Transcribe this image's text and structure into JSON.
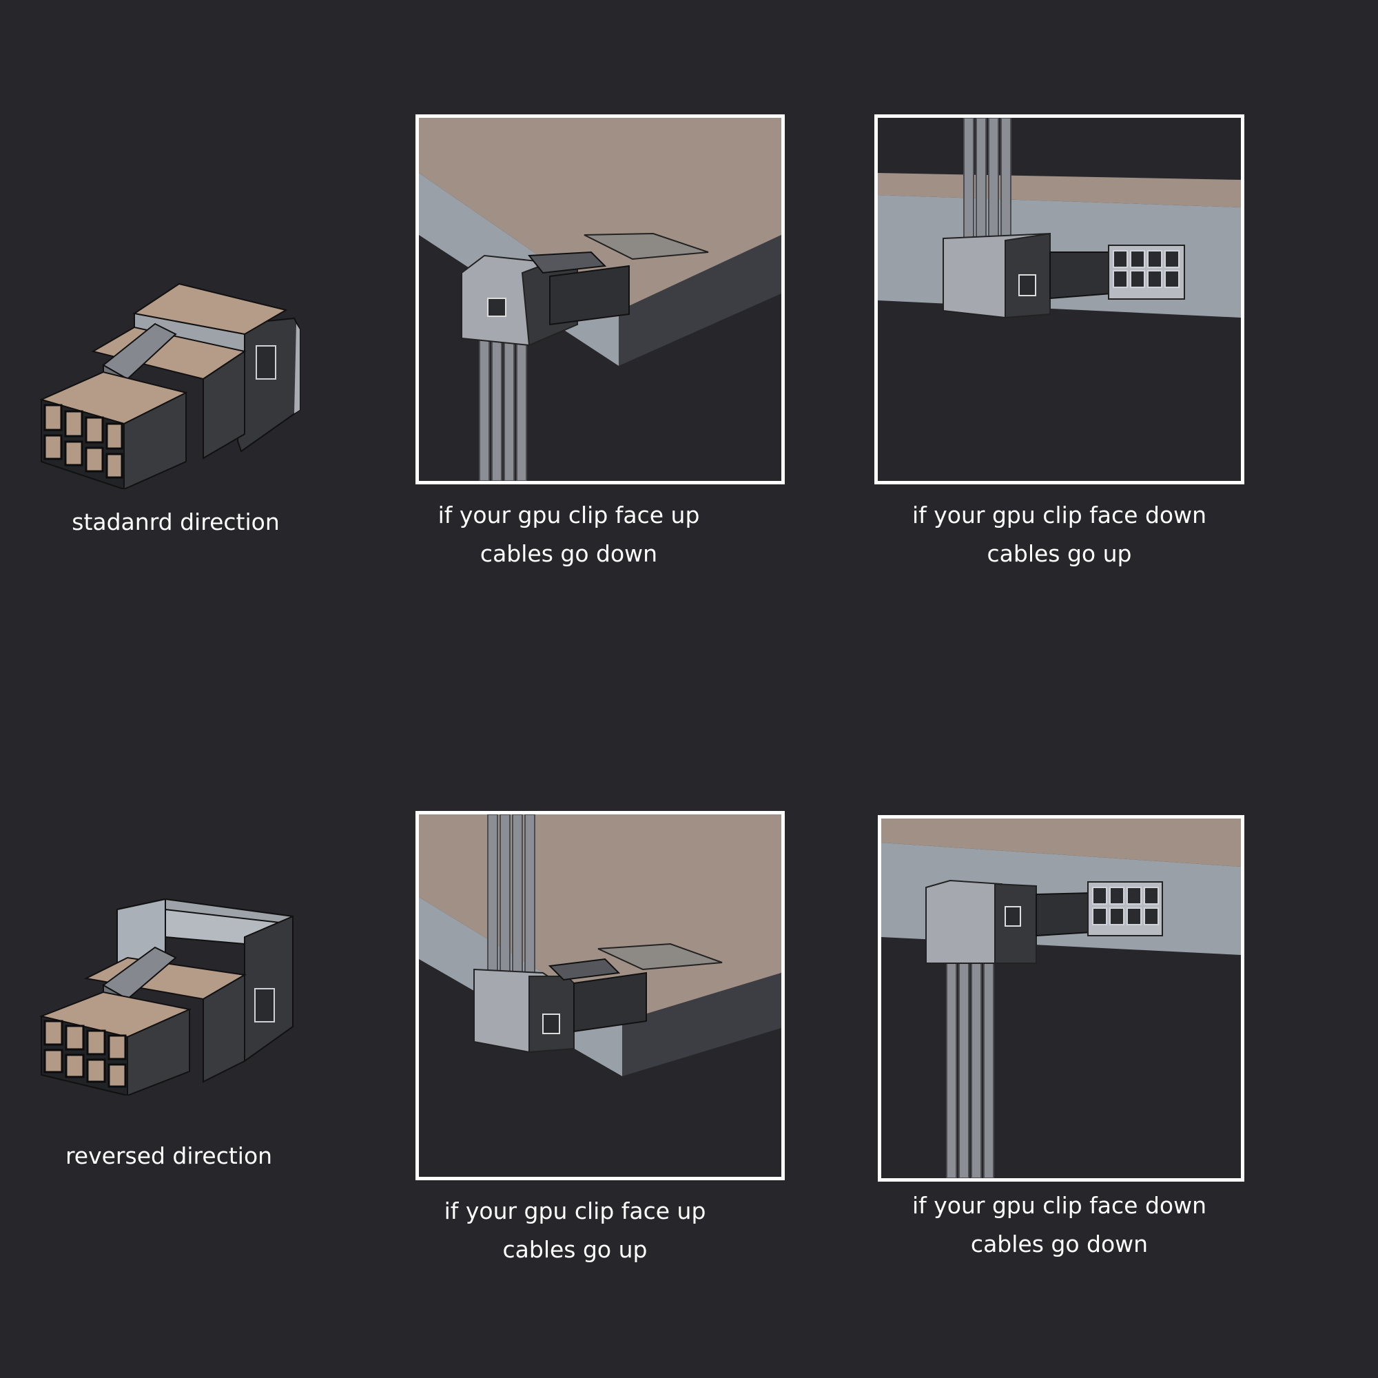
{
  "colors": {
    "background": "#26262b",
    "board_top": "#a09085",
    "board_edge": "#9aa0a8",
    "connector_light": "#a5a9af",
    "connector_dark": "#3a3b3f",
    "pin_fill": "#b39a86",
    "frame": "#ffffff"
  },
  "rows": [
    {
      "label": "stadanrd direction",
      "panels": [
        {
          "line1": "if your gpu clip face up",
          "line2": "cables go down"
        },
        {
          "line1": "if your gpu clip face down",
          "line2": "cables go up"
        }
      ]
    },
    {
      "label": "reversed direction",
      "panels": [
        {
          "line1": "if your gpu clip face up",
          "line2": "cables go up"
        },
        {
          "line1": "if your gpu clip face down",
          "line2": "cables go down"
        }
      ]
    }
  ]
}
